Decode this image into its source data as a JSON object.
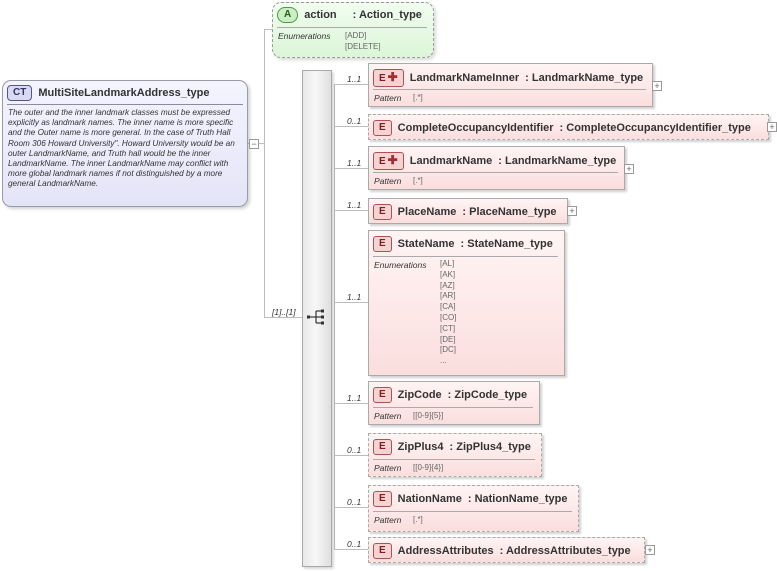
{
  "complex_type": {
    "badge": "CT",
    "name": "MultiSiteLandmarkAddress_type",
    "documentation": "The outer and the inner landmark classes must be expressed explicitly as landmark names. The inner name is more specific and the Outer name is more general. In the case of Truth Hall Room 306 Howard University\". Howard University would be an outer LandmarkName, and Truth hall would be the inner LandmarkName. The inner LandmarkName may conflict with more global landmark names if not distinguished by a more general LandmarkName."
  },
  "attribute": {
    "badge": "A",
    "name": "action",
    "type": ": Action_type",
    "facet_label": "Enumerations",
    "values": [
      "[ADD]",
      "[DELETE]"
    ]
  },
  "sequence": {
    "cardinality": "[1]..[1]",
    "icon": "sequence-icon"
  },
  "elements": [
    {
      "badge": "E",
      "plus": "✚",
      "name": "LandmarkNameInner",
      "type": ": LandmarkName_type",
      "cardinality": "1..1",
      "facet_label": "Pattern",
      "values": [
        "[.*]"
      ]
    },
    {
      "badge": "E",
      "plus": "",
      "name": "CompleteOccupancyIdentifier",
      "type": ": CompleteOccupancyIdentifier_type",
      "cardinality": "0..1",
      "facet_label": "",
      "values": []
    },
    {
      "badge": "E",
      "plus": "✚",
      "name": "LandmarkName",
      "type": ": LandmarkName_type",
      "cardinality": "1..1",
      "facet_label": "Pattern",
      "values": [
        "[.*]"
      ]
    },
    {
      "badge": "E",
      "plus": "",
      "name": "PlaceName",
      "type": ": PlaceName_type",
      "cardinality": "1..1",
      "facet_label": "",
      "values": []
    },
    {
      "badge": "E",
      "plus": "",
      "name": "StateName",
      "type": ": StateName_type",
      "cardinality": "1..1",
      "facet_label": "Enumerations",
      "values": [
        "[AL]",
        "[AK]",
        "[AZ]",
        "[AR]",
        "[CA]",
        "[CO]",
        "[CT]",
        "[DE]",
        "[DC]",
        "..."
      ]
    },
    {
      "badge": "E",
      "plus": "",
      "name": "ZipCode",
      "type": ": ZipCode_type",
      "cardinality": "1..1",
      "facet_label": "Pattern",
      "values": [
        "[[0-9]{5}]"
      ]
    },
    {
      "badge": "E",
      "plus": "",
      "name": "ZipPlus4",
      "type": ": ZipPlus4_type",
      "cardinality": "0..1",
      "facet_label": "Pattern",
      "values": [
        "[[0-9]{4}]"
      ]
    },
    {
      "badge": "E",
      "plus": "",
      "name": "NationName",
      "type": ": NationName_type",
      "cardinality": "0..1",
      "facet_label": "Pattern",
      "values": [
        "[.*]"
      ]
    },
    {
      "badge": "E",
      "plus": "",
      "name": "AddressAttributes",
      "type": ": AddressAttributes_type",
      "cardinality": "0..1",
      "facet_label": "",
      "values": []
    }
  ],
  "expand_glyph": "+",
  "minus_glyph": "−"
}
